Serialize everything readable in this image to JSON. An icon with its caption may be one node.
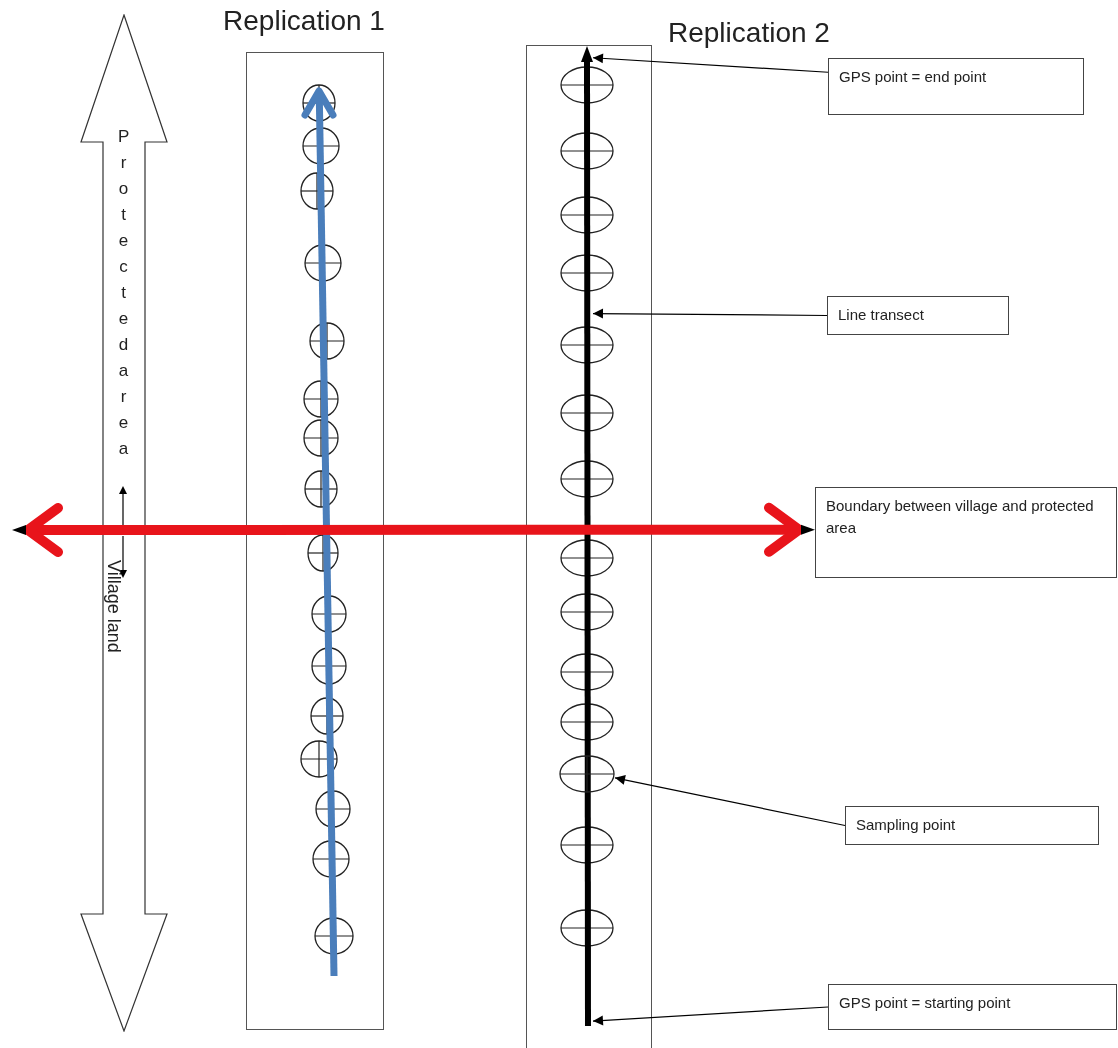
{
  "diagram": {
    "nodes": [
      {
        "text": [
          "Protected area",
          "Village land"
        ]
      },
      {
        "text": [
          "Replication 1"
        ]
      },
      {
        "text": [
          "Replication 2"
        ]
      },
      {
        "text": [],
        "shape": "bar",
        "in": 2
      },
      {
        "text": [],
        "shape": "circle",
        "in": 2
      },
      {
        "text": [
          "GPS point = end point"
        ]
      },
      {
        "text": [
          "Line transect"
        ]
      },
      {
        "text": [
          "Boundary between village and protected area"
        ]
      },
      {
        "text": [
          "Sampling point"
        ]
      },
      {
        "text": [
          "GPS point = starting point"
        ]
      }
    ],
    "edges": [
      {
        "from": 5,
        "to": 3,
        "arrow": "to"
      },
      {
        "from": 6,
        "to": 3,
        "arrow": "to"
      },
      {
        "from": null,
        "to": 7,
        "arrow": "both",
        "style": "thick",
        "color": "#e8141b"
      },
      {
        "from": 8,
        "to": 4,
        "arrow": "to"
      },
      {
        "from": 9,
        "to": 3,
        "arrow": "to"
      }
    ]
  }
}
